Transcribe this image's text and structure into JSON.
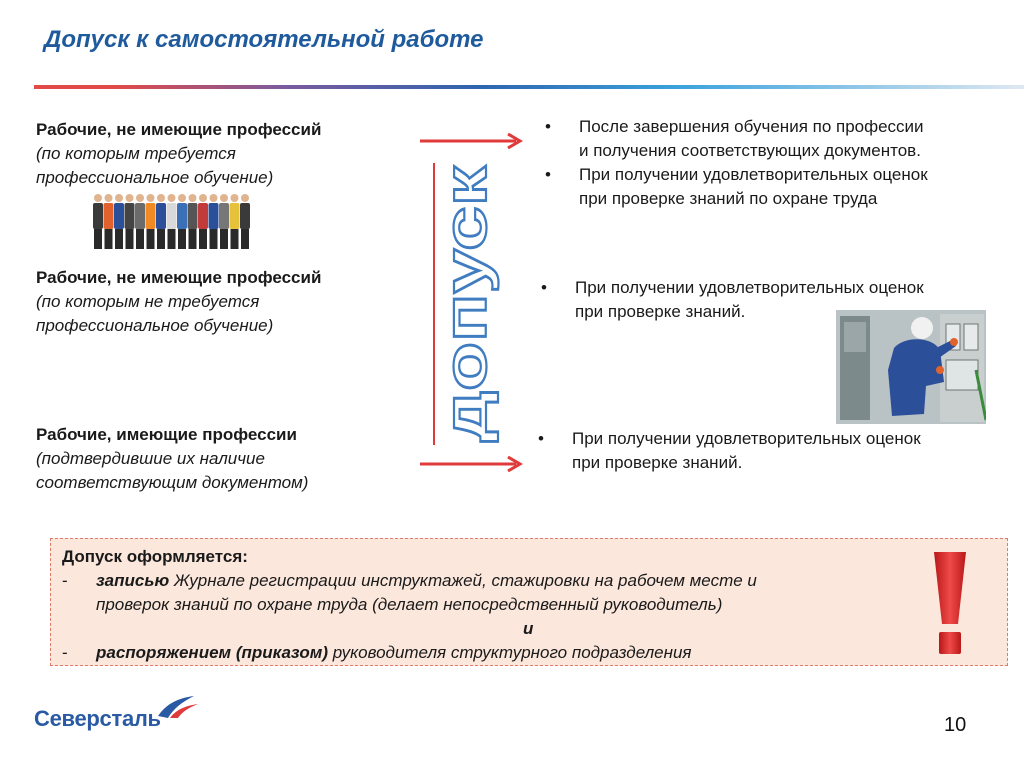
{
  "header": {
    "title": "Допуск к самостоятельной работе"
  },
  "left": {
    "block1": {
      "bold": "Рабочие, не имеющие профессий",
      "italic": [
        "(по которым требуется",
        "профессиональное обучение)"
      ]
    },
    "block2": {
      "bold": "Рабочие, не имеющие профессий",
      "italic": [
        "(по которым не требуется",
        "профессиональное обучение)"
      ]
    },
    "block3": {
      "bold": "Рабочие, имеющие профессии",
      "italic": [
        "(подтвердившие их наличие",
        "соответствующим документом)"
      ]
    }
  },
  "center": {
    "vertical_word": "допуск"
  },
  "right": {
    "bullet_char": "•",
    "group1": [
      [
        "После завершения обучения по профессии",
        "и получения соответствующих документов."
      ],
      [
        "При получении удовлетворительных оценок",
        "при проверке знаний по охране труда"
      ]
    ],
    "group2": [
      [
        "При получении удовлетворительных оценок",
        "при проверке знаний."
      ]
    ],
    "group3": [
      [
        "При получении удовлетворительных оценок",
        "при проверке знаний."
      ]
    ]
  },
  "note": {
    "title": "Допуск оформляется:",
    "dash": "-",
    "line1_bold": "записью",
    "line1_rest": " Журнале регистрации инструктажей, стажировки на рабочем месте и",
    "line1_cont": "проверок знаний по охране труда (делает непосредственный руководитель)",
    "and": "и",
    "line2_bold": "распоряжением (приказом)",
    "line2_rest": " руководителя структурного подразделения"
  },
  "footer": {
    "logo_text": "Северсталь",
    "page_number": "10"
  },
  "colors": {
    "title_blue": "#1f5b9c",
    "arrow_red": "#e03a3a",
    "note_bg": "#fbe7dc",
    "note_border": "#e07b6b",
    "logo_blue": "#2a5aa3"
  },
  "icons": [
    "right-arrow-icon",
    "exclamation-icon",
    "severstal-logo-mark"
  ]
}
